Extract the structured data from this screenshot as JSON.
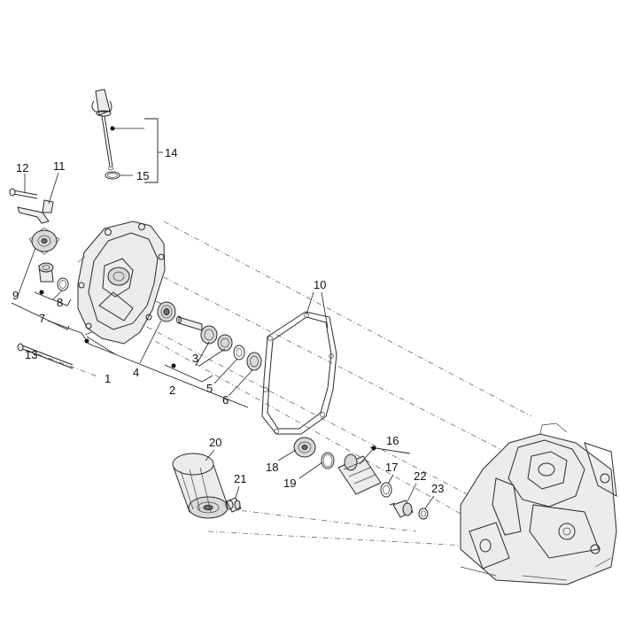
{
  "callouts": {
    "c1": "1",
    "c2": "2",
    "c3": "3",
    "c4": "4",
    "c5": "5",
    "c6": "6",
    "c7": "7",
    "c8": "8",
    "c9": "9",
    "c10": "10",
    "c11": "11",
    "c12": "12",
    "c13": "13",
    "c14": "14",
    "c15": "15",
    "c16": "16",
    "c17": "17",
    "c18": "18",
    "c19": "19",
    "c20": "20",
    "c21": "21",
    "c22": "22",
    "c23": "23"
  },
  "colors": {
    "line": "#2a2a2a",
    "text": "#111111",
    "background": "#ffffff"
  }
}
